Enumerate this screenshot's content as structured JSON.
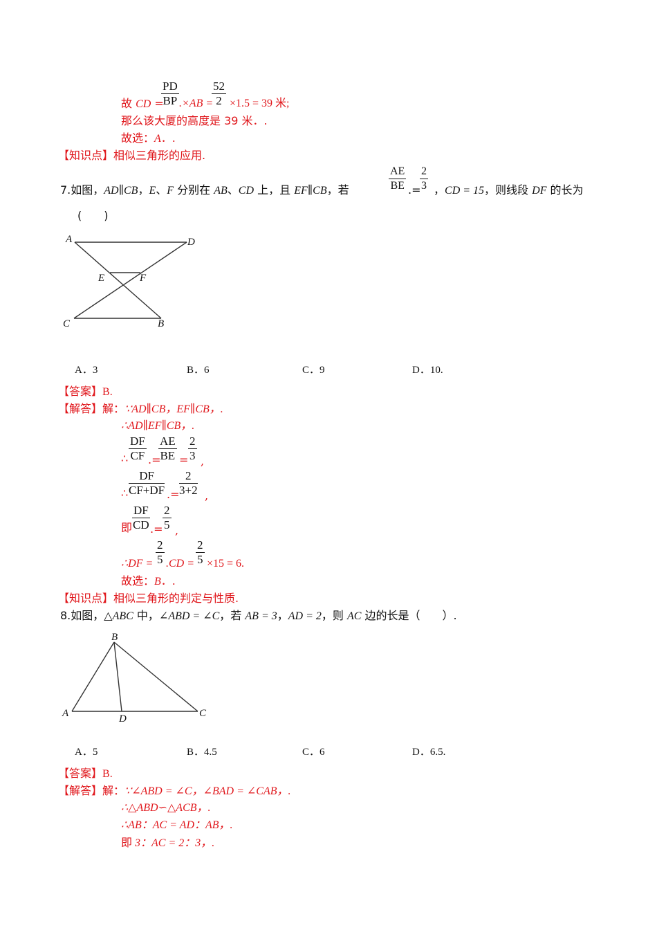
{
  "top_solution": {
    "frac1": {
      "num": "PD",
      "den": "BP"
    },
    "frac2": {
      "num": "52",
      "den": "2"
    },
    "line1_prefix": "故 ",
    "line1_var": "CD",
    "line1_eq": " = ",
    "line1_mid": ".×AB = ",
    "line1_tail": " ×1.5 = 39 米;",
    "line2": "那么该大厦的高度是 39 米．.",
    "line3_prefix": "故选：",
    "line3_answer": "A",
    "line3_suffix": "．.",
    "knowledge_label": "【知识点】",
    "knowledge_text": "相似三角形的应用."
  },
  "q7": {
    "number": "7.",
    "text_a": "如图，",
    "text_b": "AD∥CB",
    "text_c": "，",
    "text_d": "E",
    "text_e": "、",
    "text_f": "F",
    "text_g": " 分别在 ",
    "text_h": "AB",
    "text_i": "、",
    "text_j": "CD",
    "text_k": " 上，且 ",
    "text_l": "EF∥CB",
    "text_m": "，若",
    "frac_ratio": {
      "num": "AE",
      "den": "BE"
    },
    "eq": ".=",
    "frac_val": {
      "num": "2",
      "den": "3"
    },
    "text_n": "，",
    "text_o": "CD = 15",
    "text_p": "，则线段 ",
    "text_q": "DF",
    "text_r": " 的长为",
    "paren": "(　　)",
    "figure": {
      "labels": [
        "A",
        "D",
        "E",
        "F",
        "C",
        "B"
      ]
    },
    "options": [
      {
        "label": "A．3"
      },
      {
        "label": "B．6"
      },
      {
        "label": "C．9"
      },
      {
        "label": "D．10."
      }
    ],
    "answer_label": "【答案】",
    "answer_value": "B.",
    "solution_label": "【解答】",
    "solution_lines": {
      "s1_prefix": "解：",
      "s1": "∵AD∥CB，EF∥CB，.",
      "s2": "∴AD∥EF∥CB，.",
      "s3_prefix": "∴",
      "s3_frac1": {
        "num": "DF",
        "den": "CF"
      },
      "s3_frac2": {
        "num": "AE",
        "den": "BE"
      },
      "s3_frac3": {
        "num": "2",
        "den": "3"
      },
      "s3_eq1": ".=",
      "s3_eq2": "=",
      "s3_tail": ",",
      "s4_prefix": "∴",
      "s4_frac1": {
        "num": "DF",
        "den": "CF+DF"
      },
      "s4_frac2": {
        "num": "2",
        "den": "3+2"
      },
      "s4_eq": ".=",
      "s4_tail": ",",
      "s5_prefix": "即",
      "s5_frac1": {
        "num": "DF",
        "den": "CD"
      },
      "s5_frac2": {
        "num": "2",
        "den": "5"
      },
      "s5_eq": ".=",
      "s5_tail": ",",
      "s6_prefix": "∴DF = ",
      "s6_frac1": {
        "num": "2",
        "den": "5"
      },
      "s6_mid": ".CD = ",
      "s6_frac2": {
        "num": "2",
        "den": "5"
      },
      "s6_tail": "×15 = 6.",
      "s7_prefix": "故选：",
      "s7_answer": "B",
      "s7_suffix": "．."
    },
    "knowledge_label": "【知识点】",
    "knowledge_text": "相似三角形的判定与性质."
  },
  "q8": {
    "number": "8.",
    "text_a": "如图，",
    "text_b": "△ABC",
    "text_c": " 中，",
    "text_d": "∠ABD = ∠C",
    "text_e": "，若 ",
    "text_f": "AB = 3",
    "text_g": "，",
    "text_h": "AD = 2",
    "text_i": "，则 ",
    "text_j": "AC",
    "text_k": " 边的长是（　　）.",
    "figure": {
      "labels": [
        "B",
        "A",
        "D",
        "C"
      ]
    },
    "options": [
      {
        "label": "A．5"
      },
      {
        "label": "B．4.5"
      },
      {
        "label": "C．6"
      },
      {
        "label": "D．6.5."
      }
    ],
    "answer_label": "【答案】",
    "answer_value": "B.",
    "solution_label": "【解答】",
    "solution_lines": {
      "s1_prefix": "解：",
      "s1": "∵∠ABD = ∠C，∠BAD = ∠CAB，.",
      "s2": "∴△ABD∽△ACB，.",
      "s3": "∴AB：AC = AD：AB，.",
      "s4_prefix": "即",
      "s4": " 3：AC = 2：3，."
    }
  },
  "colors": {
    "accent_red": "#e0161b",
    "text": "#111111"
  }
}
